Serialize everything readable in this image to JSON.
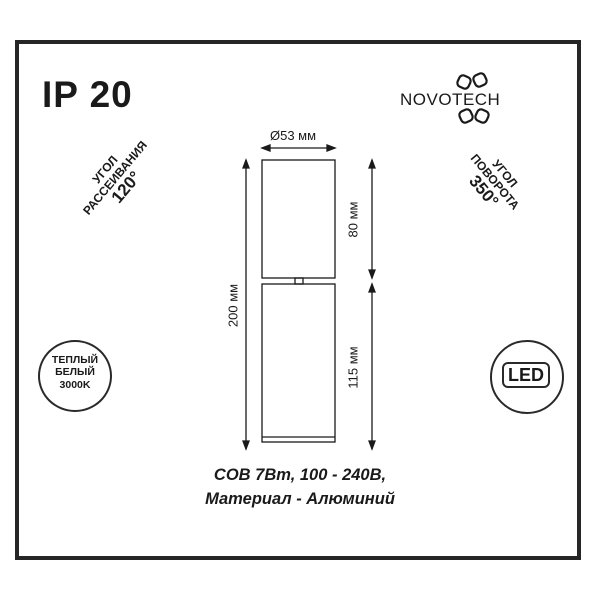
{
  "ip_rating": "IP 20",
  "brand": "NOVOTECH",
  "beam_angle": {
    "line1": "УГОЛ",
    "line2": "РАССЕИВАНИЯ",
    "value": "120°"
  },
  "rotation_angle": {
    "line1": "УГОЛ",
    "line2": "ПОВОРОТА",
    "value": "350°"
  },
  "color_temp": {
    "line1": "ТЕПЛЫЙ",
    "line2": "БЕЛЫЙ",
    "line3": "3000K"
  },
  "led_label": "LED",
  "dimensions": {
    "diameter": "Ø53 мм",
    "total_height": "200 мм",
    "top_height": "80 мм",
    "bottom_height": "115 мм"
  },
  "specs": {
    "line1": "COB 7Вт, 100 - 240В,",
    "line2": "Материал - Алюминий"
  },
  "colors": {
    "frame": "#262626",
    "ink": "#1a1a1a",
    "background": "#ffffff"
  }
}
